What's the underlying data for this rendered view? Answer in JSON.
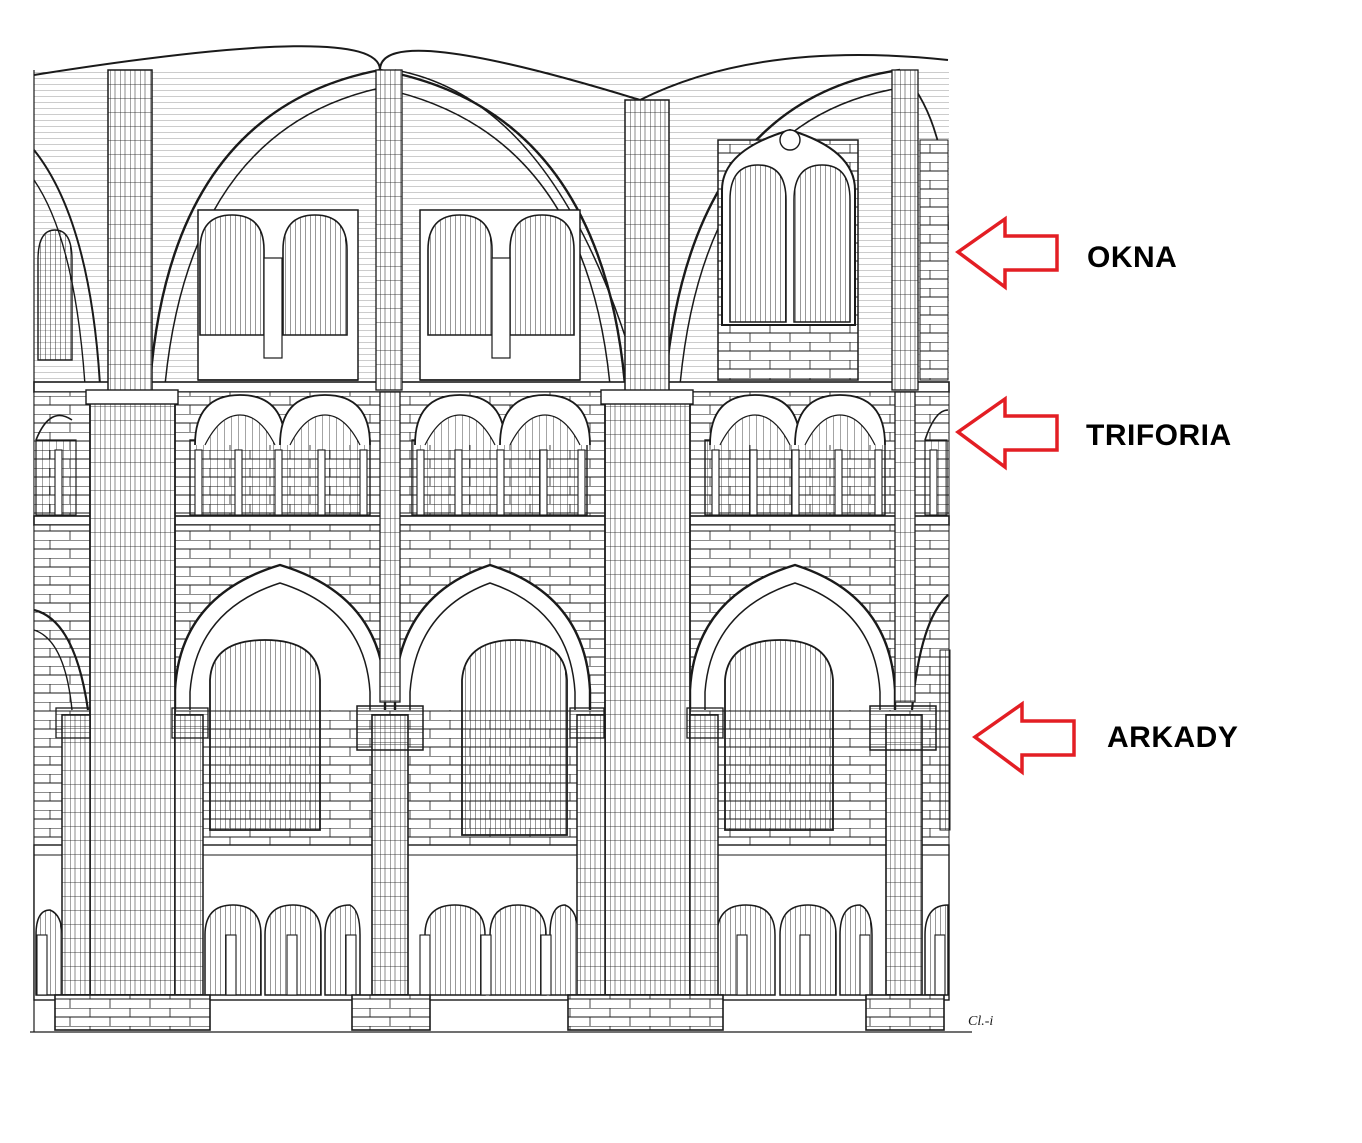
{
  "labels": {
    "okna": "OKNA",
    "triforia": "TRIFORIA",
    "arkady": "ARKADY"
  },
  "colors": {
    "arrow": "#e31e24",
    "ink": "#1a1a1a",
    "background": "#ffffff"
  },
  "drawing": {
    "signature_text": "Cl.-i"
  }
}
